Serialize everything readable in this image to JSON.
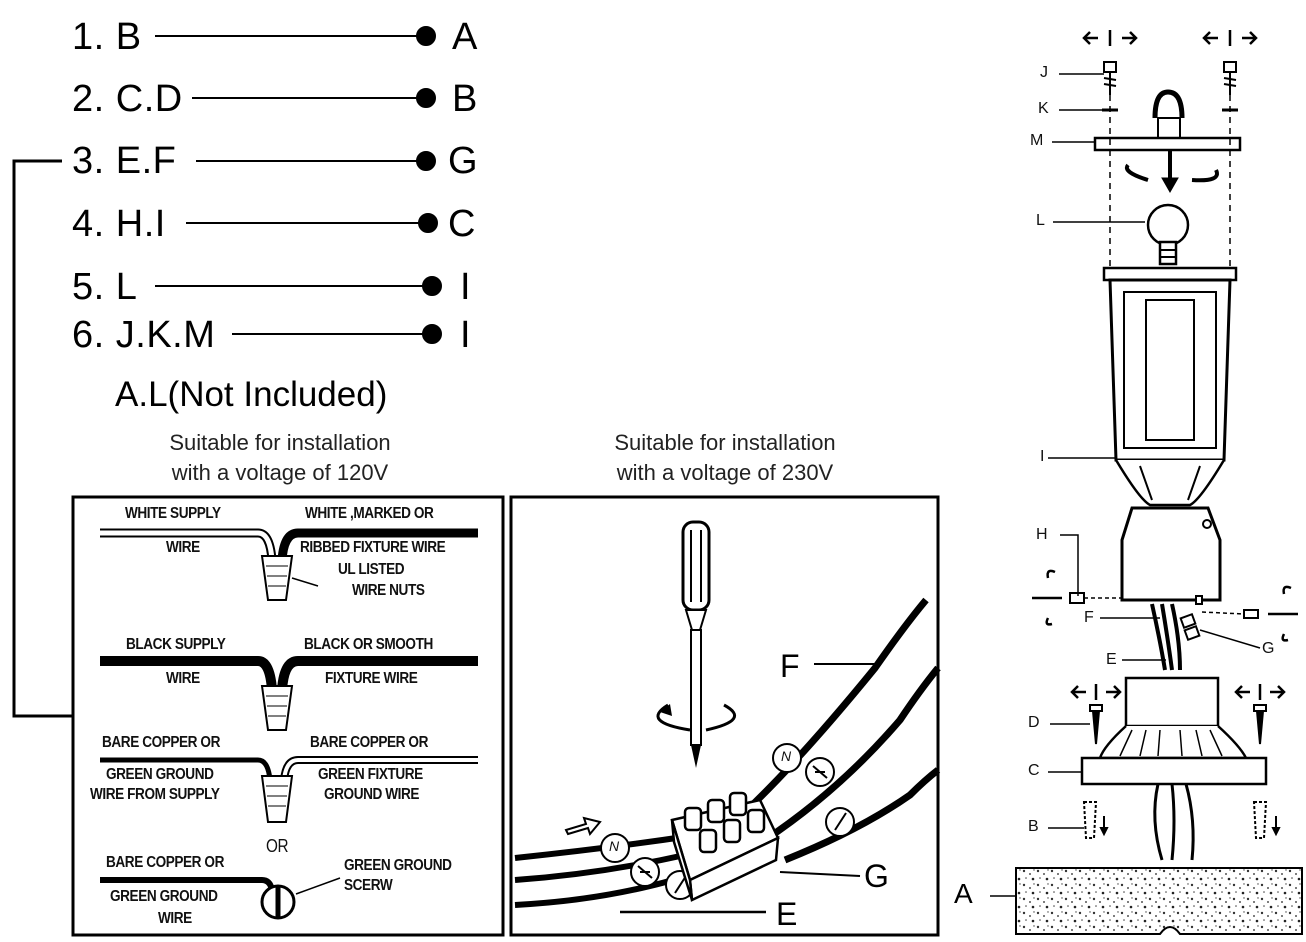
{
  "steps": [
    {
      "num": "1.",
      "parts": "B",
      "dest": "A"
    },
    {
      "num": "2.",
      "parts": "C.D",
      "dest": "B"
    },
    {
      "num": "3.",
      "parts": "E.F",
      "dest": "G"
    },
    {
      "num": "4.",
      "parts": "H.I",
      "dest": "C"
    },
    {
      "num": "5.",
      "parts": "L",
      "dest": "I"
    },
    {
      "num": "6.",
      "parts": "J.K.M",
      "dest": "I"
    }
  ],
  "not_included": "A.L(Not Included)",
  "caption_120": [
    "Suitable for installation",
    "with a voltage of 120V"
  ],
  "caption_230": [
    "Suitable for installation",
    "with a voltage of 230V"
  ],
  "wiring_120": {
    "white_supply": "WHITE SUPPLY",
    "white_supply_2": "WIRE",
    "white_fixture": "WHITE ,MARKED OR",
    "white_fixture_2": "RIBBED FIXTURE WIRE",
    "ul_listed": "UL LISTED",
    "wire_nuts": "WIRE NUTS",
    "black_supply": "BLACK SUPPLY",
    "black_supply_2": "WIRE",
    "black_fixture": "BLACK OR SMOOTH",
    "black_fixture_2": "FIXTURE WIRE",
    "bare_copper_a": "BARE COPPER OR",
    "green_ground_a": "GREEN GROUND",
    "wire_from_supply": "WIRE FROM SUPPLY",
    "bare_copper_b": "BARE COPPER OR",
    "green_fixture": "GREEN FIXTURE",
    "ground_wire": "GROUND WIRE",
    "or": "OR",
    "bare_copper_c": "BARE COPPER OR",
    "green_ground_c": "GREEN GROUND",
    "wire_c": "WIRE",
    "green_screw": "GREEN GROUND",
    "screw": "SCERW"
  },
  "wiring_230": {
    "F": "F",
    "G": "G",
    "E": "E",
    "N": "N"
  },
  "parts": {
    "J": "J",
    "K": "K",
    "M": "M",
    "L": "L",
    "I": "I",
    "H": "H",
    "F": "F",
    "G": "G",
    "E": "E",
    "D": "D",
    "C": "C",
    "B": "B",
    "A": "A"
  }
}
